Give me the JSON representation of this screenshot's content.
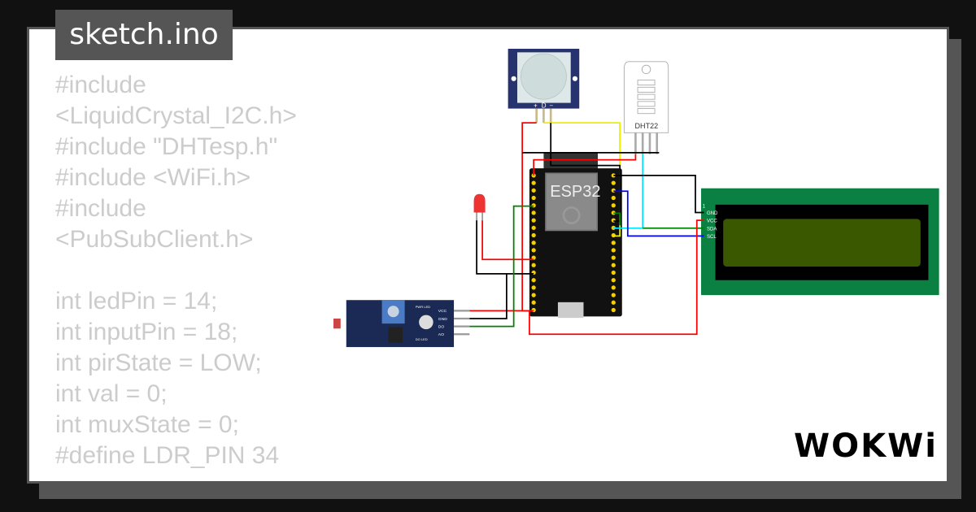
{
  "tab": {
    "filename": "sketch.ino"
  },
  "code_lines": [
    "#include <LiquidCrystal_I2C.h>",
    "#include \"DHTesp.h\"",
    "#include <WiFi.h>",
    "#include <PubSubClient.h>",
    "",
    "int ledPin = 14;",
    "int inputPin = 18;",
    "int pirState = LOW;",
    "int val = 0;",
    "int muxState = 0;",
    "#define LDR_PIN 34"
  ],
  "components": {
    "esp32": {
      "label": "ESP32"
    },
    "dht": {
      "label": "DHT22"
    },
    "pir": {
      "pins": [
        "+",
        "D",
        "−"
      ]
    },
    "lcd": {
      "pin1": "1",
      "pins": [
        "GND",
        "VCC",
        "SDA",
        "SCL"
      ],
      "screen_color": "#3a5800",
      "board_color": "#0a8043"
    },
    "ldr": {
      "pins": [
        "VCC",
        "GND",
        "DO",
        "AO"
      ],
      "labels": [
        "PWR LED",
        "DO LED"
      ]
    }
  },
  "wire_colors": {
    "red": "#ff0000",
    "black": "#000000",
    "yellow": "#ffff00",
    "cyan": "#00e5ff",
    "green": "#008000",
    "blue": "#0000ff"
  },
  "brand": {
    "logo": "WOKWi"
  }
}
